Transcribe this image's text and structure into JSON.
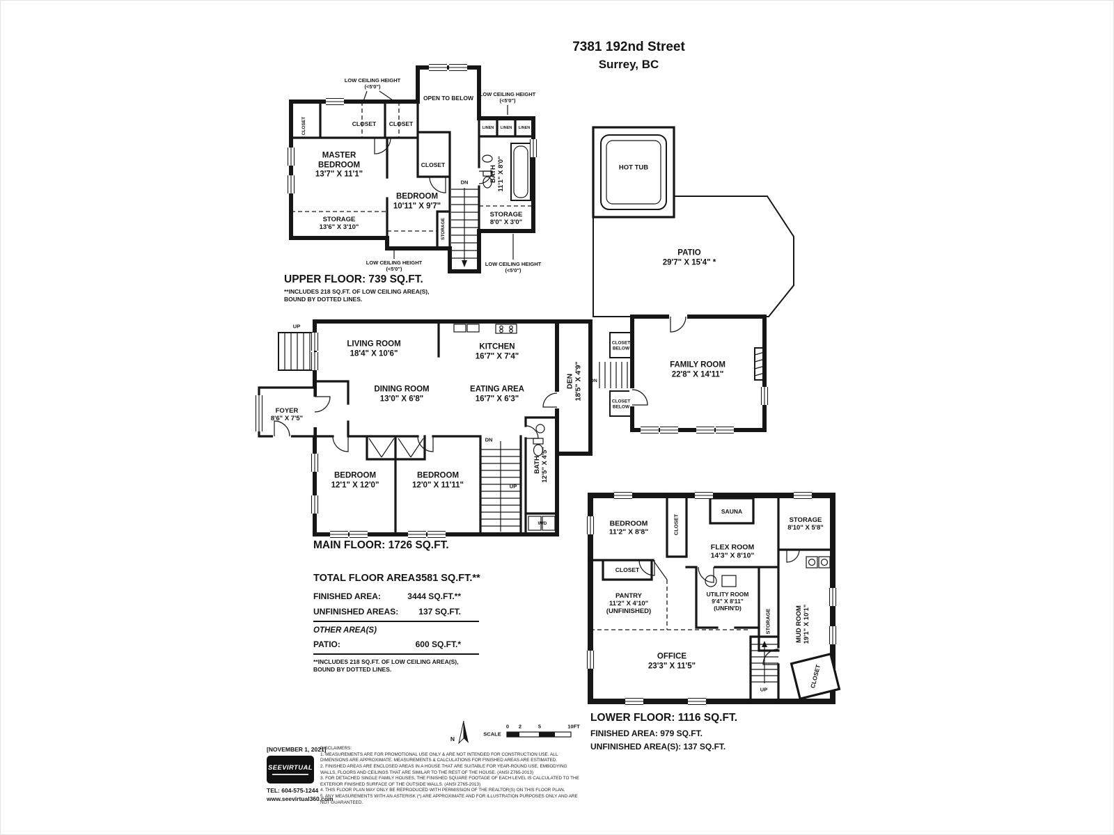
{
  "title": {
    "address": "7381 192nd Street",
    "city": "Surrey, BC"
  },
  "upper": {
    "heading": "UPPER FLOOR: 739 SQ.FT.",
    "note": "**INCLUDES 218 SQ.FT. OF LOW CEILING AREA(S),\nBOUND BY DOTTED LINES.",
    "low_ceiling": "LOW CEILING HEIGHT\n(<5'0\")",
    "open_to_below": "OPEN TO BELOW",
    "closet": "CLOSET",
    "linen": "LINEN",
    "master_bedroom": "MASTER\nBEDROOM\n13'7\" X 11'1\"",
    "bedroom": "BEDROOM\n10'11\" X 9'7\"",
    "bath": "BATH\n11'1\" X 8'0\"",
    "dn": "DN",
    "storage_left": "STORAGE\n13'6\" X 3'10\"",
    "storage_mid": "STORAGE",
    "storage_right": "STORAGE\n8'0\" X 3'0\""
  },
  "patio": {
    "hot_tub": "HOT TUB",
    "label": "PATIO\n29'7\" X 15'4\" *"
  },
  "main": {
    "heading": "MAIN FLOOR: 1726 SQ.FT.",
    "up": "UP",
    "dn": "DN",
    "living_room": "LIVING ROOM\n18'4\" X 10'6\"",
    "kitchen": "KITCHEN\n16'7\" X 7'4\"",
    "dining_room": "DINING ROOM\n13'0\" X 6'8\"",
    "eating_area": "EATING AREA\n16'7\" X 6'3\"",
    "den": "DEN\n18'5\" X 4'9\"",
    "closet_below": "CLOSET\nBELOW",
    "family_room": "FAMILY ROOM\n22'8\" X 14'11\"",
    "foyer": "FOYER\n8'6\" X 7'5\"",
    "bedroom1": "BEDROOM\n12'1\" X 12'0\"",
    "bedroom2": "BEDROOM\n12'0\" X 11'11\"",
    "bath": "BATH\n12'5\" X 4'5\"",
    "wd": "W/D"
  },
  "totals": {
    "total_label": "TOTAL FLOOR AREA:",
    "total_value": "3581 SQ.FT.**",
    "finished_label": "FINISHED AREA:",
    "finished_value": "3444 SQ.FT.**",
    "unfinished_label": "UNFINISHED AREAS:",
    "unfinished_value": "137 SQ.FT.",
    "other_heading": "OTHER AREA(S)",
    "patio_label": "PATIO:",
    "patio_value": "600 SQ.FT.*",
    "note": "**INCLUDES 218 SQ.FT. OF LOW CEILING AREA(S),\nBOUND BY DOTTED LINES."
  },
  "lower": {
    "heading": "LOWER FLOOR: 1116 SQ.FT.",
    "finished": "FINISHED AREA: 979 SQ.FT.",
    "unfinished": "UNFINISHED AREA(S): 137 SQ.FT.",
    "bedroom": "BEDROOM\n11'2\" X 8'8\"",
    "closet": "CLOSET",
    "sauna": "SAUNA",
    "flex_room": "FLEX ROOM\n14'3\" X 8'10\"",
    "storage_top": "STORAGE\n8'10\" X 5'8\"",
    "pantry": "PANTRY\n11'2\" X 4'10\"\n(UN­FINISHED)",
    "utility": "UTILITY ROOM\n9'4\" X 8'11\"\n(UNFIN'D)",
    "storage_mid": "STORAGE",
    "mud_room": "MUD ROOM\n19'1\" X 10'1\"",
    "office": "OFFICE\n23'3\" X 11'5\"",
    "up": "UP"
  },
  "footer": {
    "date": "[NOVEMBER 1, 2021]",
    "logo": "SEEVIRTUAL",
    "tel": "TEL: 604-575-1244",
    "web": "www.seevirtual360.com",
    "disclaimer": "DISCLAIMERS:\n1. MEASUREMENTS ARE FOR PROMOTIONAL USE ONLY & ARE NOT INTENDED FOR CONSTRUCTION USE. ALL DIMENSIONS ARE APPROXIMATE. MEASUREMENTS & CALCULATIONS FOR FINISHED AREAS ARE ESTIMATED.\n2. FINISHED AREAS ARE ENCLOSED AREAS IN A HOUSE THAT ARE SUITABLE FOR YEAR-ROUND USE, EMBODYING WALLS, FLOORS AND CEILINGS THAT ARE SIMILAR TO THE REST OF THE HOUSE. (ANSI Z765-2013)\n3. FOR DETACHED SINGLE FAMILY HOUSES, THE FINISHED SQUARE FOOTAGE OF EACH LEVEL IS CALCULATED TO THE EXTERIOR FINISHED SURFACE OF THE OUTSIDE WALLS. (ANSI Z765-2013)\n4. THIS FLOOR PLAN MAY ONLY BE REPRODUCED WITH PERMISSION OF THE REALTOR(S) ON THIS FLOOR PLAN.\n5. ANY MEASUREMENTS WITH AN ASTERISK (*) ARE APPROXIMATE AND FOR ILLUSTRATION PURPOSES ONLY AND ARE NOT GUARANTEED."
  },
  "scale": {
    "label": "SCALE",
    "t0": "0",
    "t2": "2",
    "t5": "5",
    "t10": "10FT",
    "north": "N"
  }
}
